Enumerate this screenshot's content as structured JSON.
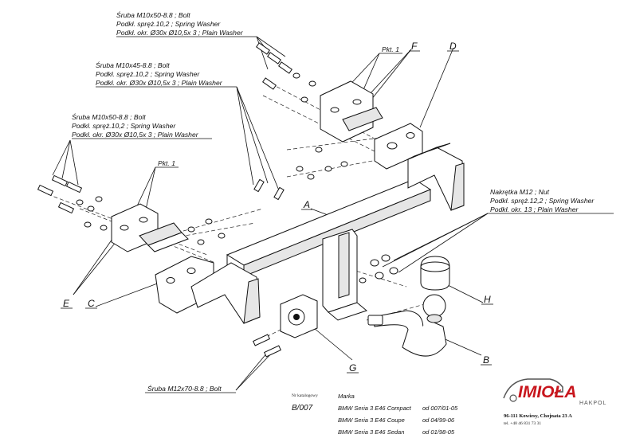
{
  "labels": {
    "bolt_group_top": [
      "Śruba M10x50-8.8 ;  Bolt",
      "Podkł. spręż.10,2 ; Spring Washer",
      "Podkł. okr.  Ø30x Ø10,5x 3 ; Plain Washer"
    ],
    "bolt_group_mid": [
      "Śruba M10x45-8.8 ;  Bolt",
      "Podkł. spręż.10,2 ; Spring Washer",
      "Podkł. okr.  Ø30x Ø10,5x 3 ; Plain Washer"
    ],
    "bolt_group_left": [
      "Śruba M10x50-8.8 ;  Bolt",
      "Podkł. spręż.10,2 ; Spring Washer",
      "Podkł. okr.  Ø30x Ø10,5x 3 ; Plain Washer"
    ],
    "nut_group": [
      "Nakrętka  M12 ; Nut",
      "Podkł. spręż.12,2 ; Spring Washer",
      "Podkł. okr. 13 ; Plain Washer"
    ],
    "bolt_bottom": "Śruba M12x70-8.8 ;  Bolt",
    "pkt_top": "Pkt. 1",
    "pkt_left": "Pkt. 1"
  },
  "callouts": {
    "A": "A",
    "B": "B",
    "C": "C",
    "D": "D",
    "E": "E",
    "F": "F",
    "G": "G",
    "H": "H"
  },
  "footer": {
    "catalog_label": "Nr katalogowy",
    "catalog_no": "B/007",
    "make_label": "Marka",
    "models": [
      {
        "name": "BMW Seria 3  E46 Compact",
        "years": "od 007/01-05"
      },
      {
        "name": "BMW Seria 3  E46  Coupe",
        "years": "od 04/99-06"
      },
      {
        "name": "BMW Seria 3 E46 Sedan",
        "years": "od 01/98-05"
      }
    ]
  },
  "company": {
    "logo": "IMIOŁA",
    "brand": "HAKPOL",
    "address": "96-111 Kowiesy, Chojnata 23 A",
    "tel": "tel. +48 46 831 73 31"
  },
  "colors": {
    "logo_red": "#c8161d"
  },
  "icons": [
    "car-silhouette-icon"
  ]
}
